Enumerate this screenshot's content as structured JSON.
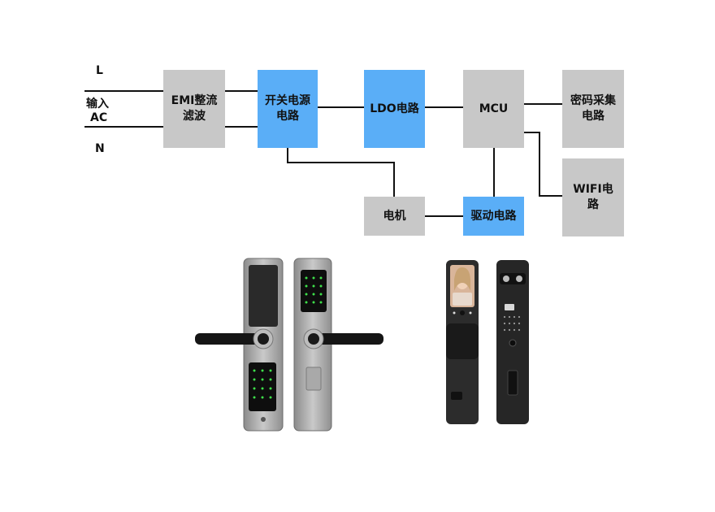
{
  "diagram": {
    "input_labels": {
      "l": "L",
      "input": "输入",
      "ac": "AC",
      "n": "N"
    },
    "blocks": {
      "emi": "EMI整流\n滤波",
      "switch_power": "开关电源\n电路",
      "ldo": "LDO电路",
      "mcu": "MCU",
      "password": "密码采集\n电路",
      "wifi": "WIFI电\n路",
      "motor": "电机",
      "driver": "驱动电路"
    },
    "colors": {
      "gray_block": "#c8c8c8",
      "blue_block": "#5aaef7",
      "wire": "#111111"
    }
  },
  "photos": {
    "lock_left": {
      "kind": "keypad-fingerprint-lock"
    },
    "lock_right": {
      "kind": "video-face-recognition-lock"
    }
  }
}
